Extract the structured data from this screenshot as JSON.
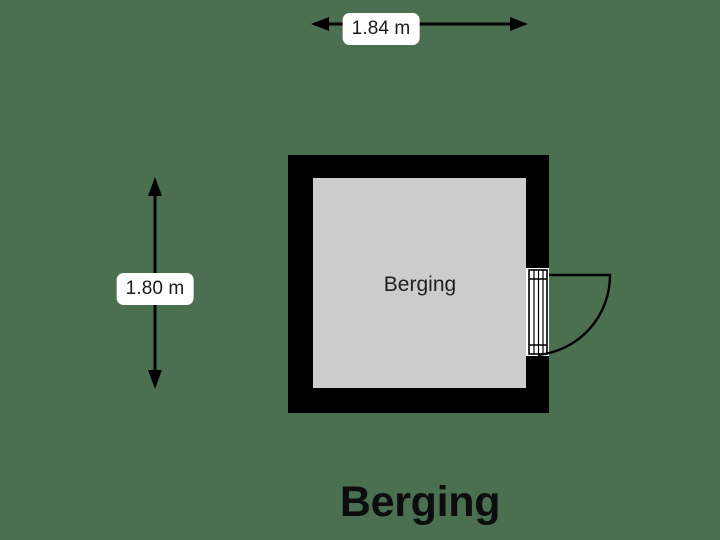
{
  "background_color": "#4a7051",
  "plan": {
    "title": "Berging",
    "rooms": [
      {
        "name": "Berging",
        "fill_color": "#cccccc",
        "wall_color": "#000000",
        "width_m": "1.84",
        "height_m": "1.80"
      }
    ],
    "dimensions": {
      "width": {
        "label": "1.84 m",
        "orientation": "horizontal"
      },
      "height": {
        "label": "1.80 m",
        "orientation": "vertical"
      }
    },
    "door": {
      "type": "swing-door",
      "wall": "right",
      "swing": "outward",
      "hinge": "bottom",
      "leaf_color": "#ffffff",
      "arc_color": "#000000"
    }
  }
}
